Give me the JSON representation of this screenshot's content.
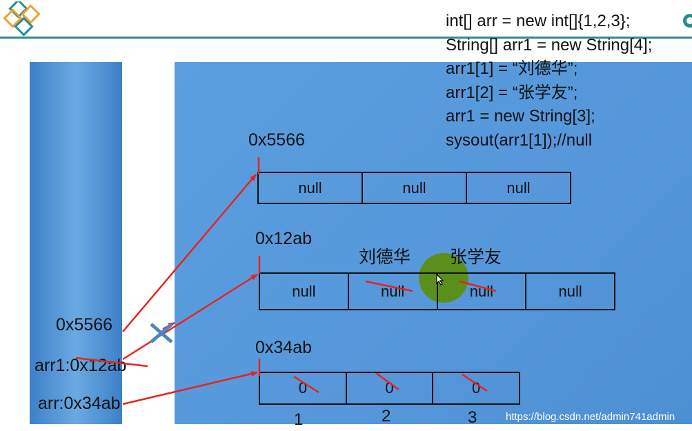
{
  "code_lines": [
    "int[] arr = new int[]{1,2,3};",
    "String[] arr1 = new String[4];",
    "arr1[1] = “刘德华”;",
    "arr1[2] = “张学友”;",
    "arr1 = new String[3];",
    "sysout(arr1[1]);//null"
  ],
  "stack": {
    "vars": [
      "0x5566",
      "arr1:0x12ab",
      "arr:0x34ab"
    ]
  },
  "heap": {
    "arrays": [
      {
        "address": "0x5566",
        "cells": [
          "null",
          "null",
          "null"
        ]
      },
      {
        "address": "0x12ab",
        "cells": [
          "null",
          "null",
          "null",
          "null"
        ]
      },
      {
        "address": "0x34ab",
        "cells": [
          "0",
          "0",
          "0"
        ]
      }
    ],
    "labels": [
      "刘德华",
      "张学友"
    ],
    "indices": [
      "1",
      "2",
      "3"
    ]
  },
  "watermark": "https://blog.csdn.net/admin741admin",
  "colors": {
    "accent": "#2a8d8b",
    "arrow": "#e8231a",
    "stack": "#4a8bd0",
    "heap": "#5b9fe0",
    "cursor_highlight": "#5c8e12"
  }
}
